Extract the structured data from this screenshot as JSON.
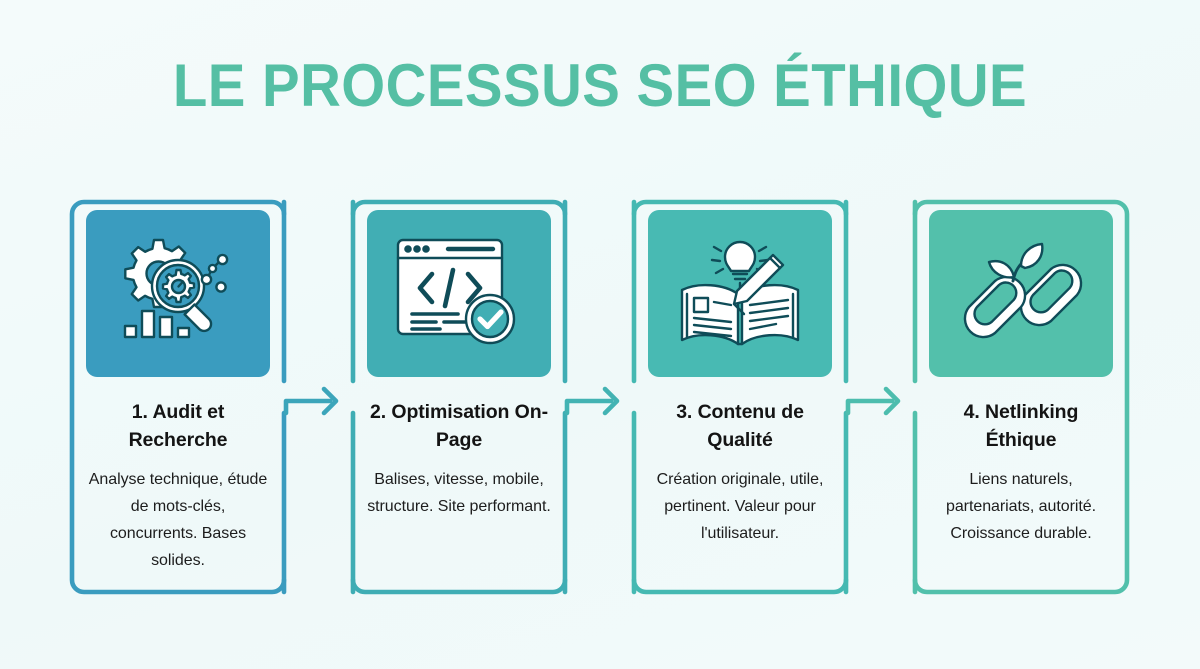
{
  "page": {
    "title": "LE PROCESSUS SEO ÉTHIQUE",
    "background_color": "#f2fafa",
    "title_color": "#55bfa4"
  },
  "steps": [
    {
      "id": "audit-recherche",
      "title": "1. Audit et Recherche",
      "description": "Analyse technique, étude de mots-clés, concurrents. Bases solides.",
      "icon_name": "gear-magnifier-chart-icon",
      "accent_color": "#3a9cbf",
      "tile_color": "#3a9cbf"
    },
    {
      "id": "optimisation-on-page",
      "title": "2. Optimisation On-Page",
      "description": "Balises, vitesse, mobile, structure. Site performant.",
      "icon_name": "browser-code-check-icon",
      "accent_color": "#3fadb4",
      "tile_color": "#41aeb4"
    },
    {
      "id": "contenu-qualite",
      "title": "3. Contenu de Qualité",
      "description": "Création originale, utile, pertinent. Valeur pour l'utilisateur.",
      "icon_name": "open-book-lightbulb-pencil-icon",
      "accent_color": "#45b9b2",
      "tile_color": "#48bab3"
    },
    {
      "id": "netlinking-ethique",
      "title": "4. Netlinking Éthique",
      "description": "Liens naturels, partenariats, autorité. Croissance durable.",
      "icon_name": "chain-link-leaf-icon",
      "accent_color": "#52c0ab",
      "tile_color": "#53c0ab"
    }
  ],
  "connectors": [
    {
      "id": "arrow-1-to-2",
      "from": "audit-recherche",
      "to": "optimisation-on-page",
      "color": "#3ca5ba"
    },
    {
      "id": "arrow-2-to-3",
      "from": "optimisation-on-page",
      "to": "contenu-qualite",
      "color": "#43b3b3"
    },
    {
      "id": "arrow-3-to-4",
      "from": "contenu-qualite",
      "to": "netlinking-ethique",
      "color": "#4dbdae"
    }
  ]
}
